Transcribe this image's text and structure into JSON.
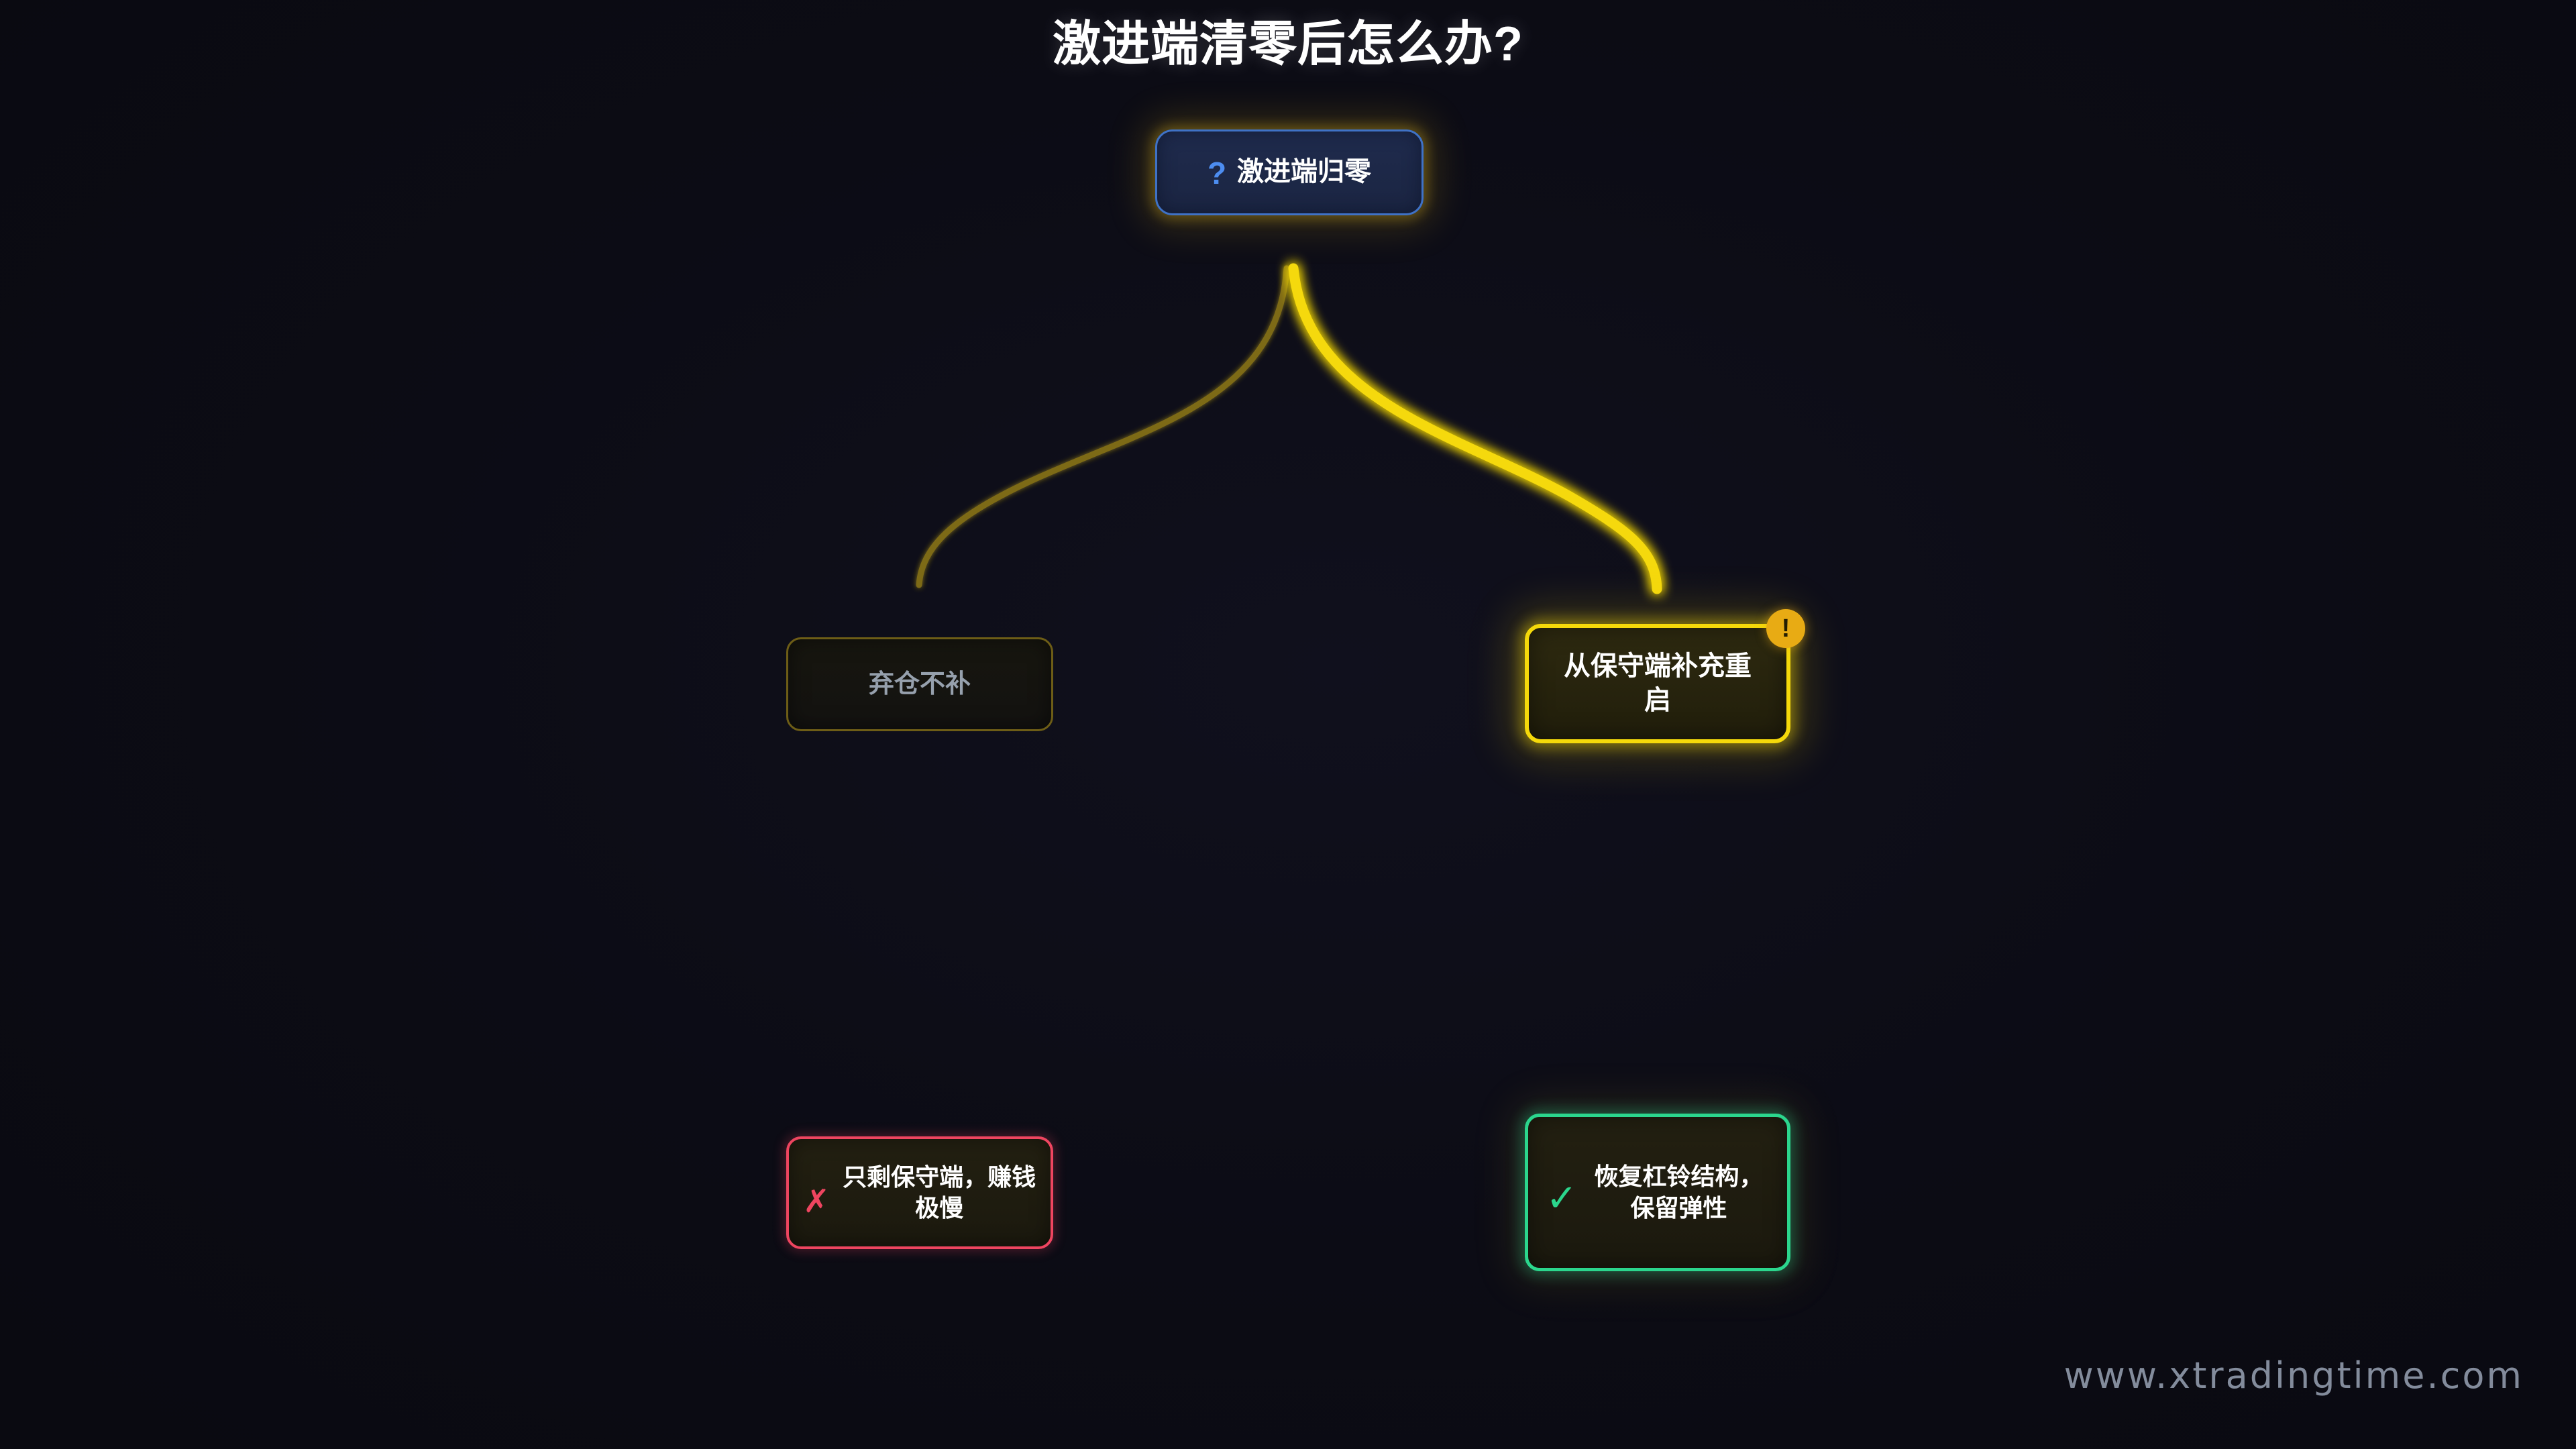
{
  "title": "激进端清零后怎么办?",
  "background_color": "#0b0b13",
  "watermark": "www.xtradingtime.com",
  "colors": {
    "active_yellow": "#f5d90a",
    "muted_olive": "#6d5d16",
    "negative_red": "#ee4560",
    "positive_green": "#2bd68d",
    "root_blue": "#3f72c6",
    "badge_amber": "#e8ab14",
    "muted_text": "#96a0ad"
  },
  "nodes": {
    "root": {
      "label": "激进端归零",
      "icon": "question-mark-icon",
      "icon_glyph": "?",
      "state": "question"
    },
    "mid_left": {
      "label": "弃仓不补",
      "state": "muted"
    },
    "mid_right": {
      "label": "从保守端补充重启",
      "state": "active",
      "badge": {
        "icon": "exclamation-icon",
        "glyph": "!"
      }
    },
    "outcome_left": {
      "label": "只剩保守端，赚钱极慢",
      "icon": "cross-mark-icon",
      "icon_glyph": "✗",
      "state": "negative"
    },
    "outcome_right": {
      "label": "恢复杠铃结构，保留弹性",
      "icon": "check-mark-icon",
      "icon_glyph": "✓",
      "state": "positive"
    }
  },
  "edges": [
    {
      "from": "root",
      "to": "mid_left",
      "style": "muted-curve"
    },
    {
      "from": "root",
      "to": "mid_right",
      "style": "active-curve"
    },
    {
      "from": "mid_left",
      "to": "outcome_left",
      "style": "muted-straight"
    },
    {
      "from": "mid_right",
      "to": "outcome_right",
      "style": "active-straight"
    }
  ]
}
